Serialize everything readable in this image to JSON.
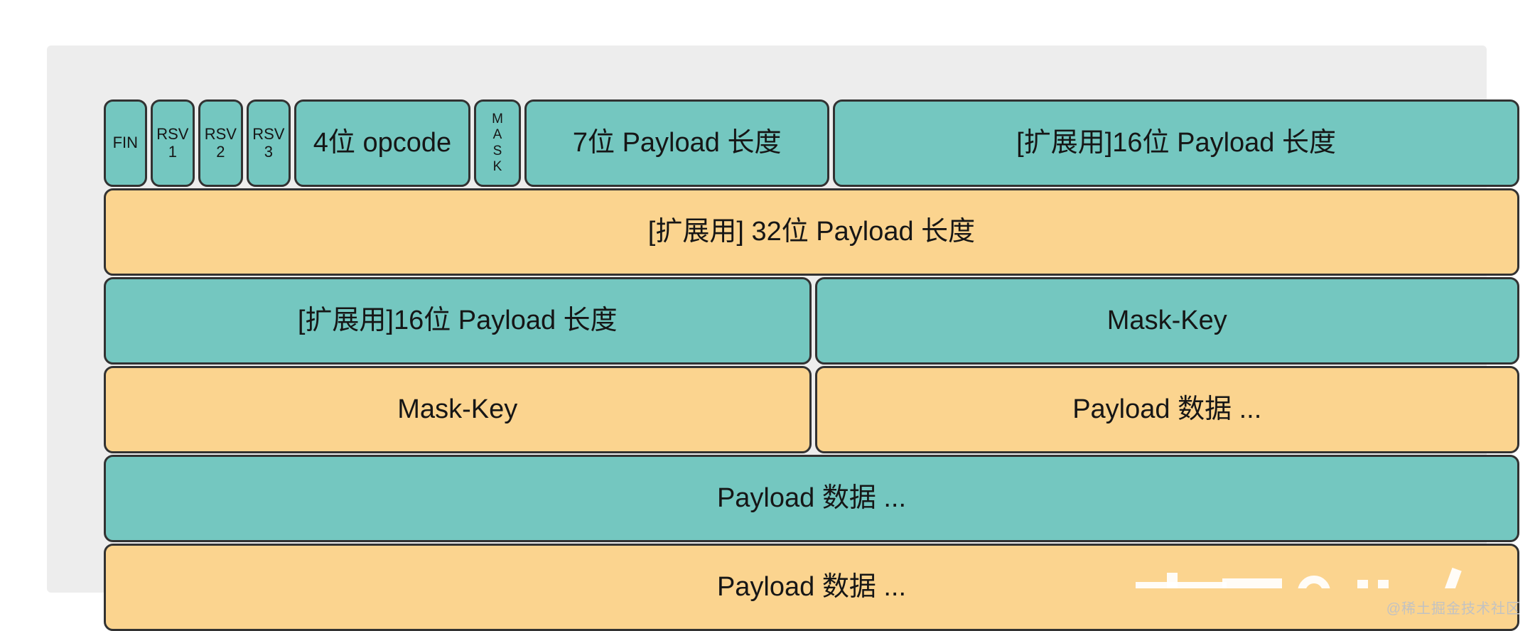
{
  "colors": {
    "teal": "#74c7c0",
    "orange": "#fbd48f",
    "border": "#323232",
    "panel": "#ededed",
    "page_bg": "#ffffff",
    "text": "#161616",
    "watermark_text": "#c2c2c2"
  },
  "diagram": {
    "rows": [
      {
        "cells": [
          {
            "label": "FIN",
            "color": "teal",
            "grow": 56,
            "variant": "small"
          },
          {
            "label": "RSV\n1",
            "color": "teal",
            "grow": 58,
            "variant": "small"
          },
          {
            "label": "RSV\n2",
            "color": "teal",
            "grow": 58,
            "variant": "small"
          },
          {
            "label": "RSV\n3",
            "color": "teal",
            "grow": 58,
            "variant": "small"
          },
          {
            "label": "4位 opcode",
            "color": "teal",
            "grow": 248,
            "variant": "normal"
          },
          {
            "label": "M\nA\nS\nK",
            "color": "teal",
            "grow": 62,
            "variant": "vertical"
          },
          {
            "label": "7位 Payload 长度",
            "color": "teal",
            "grow": 434,
            "variant": "normal"
          },
          {
            "label": "[扩展用]16位 Payload 长度",
            "color": "teal",
            "grow": 985,
            "variant": "normal"
          }
        ]
      },
      {
        "cells": [
          {
            "label": "[扩展用] 32位 Payload 长度",
            "color": "orange",
            "grow": 1,
            "variant": "normal"
          }
        ]
      },
      {
        "cells": [
          {
            "label": "[扩展用]16位 Payload 长度",
            "color": "teal",
            "grow": 991,
            "variant": "normal"
          },
          {
            "label": "Mask-Key",
            "color": "teal",
            "grow": 987,
            "variant": "normal"
          }
        ]
      },
      {
        "cells": [
          {
            "label": "Mask-Key",
            "color": "orange",
            "grow": 991,
            "variant": "normal"
          },
          {
            "label": "Payload 数据 ...",
            "color": "orange",
            "grow": 987,
            "variant": "normal"
          }
        ]
      },
      {
        "cells": [
          {
            "label": "Payload 数据 ...",
            "color": "teal",
            "grow": 1,
            "variant": "normal"
          }
        ]
      },
      {
        "cells": [
          {
            "label": "Payload 数据 ...",
            "color": "orange",
            "grow": 1,
            "variant": "normal"
          }
        ]
      }
    ]
  },
  "watermark": {
    "label": "@稀土掘金技术社区"
  }
}
